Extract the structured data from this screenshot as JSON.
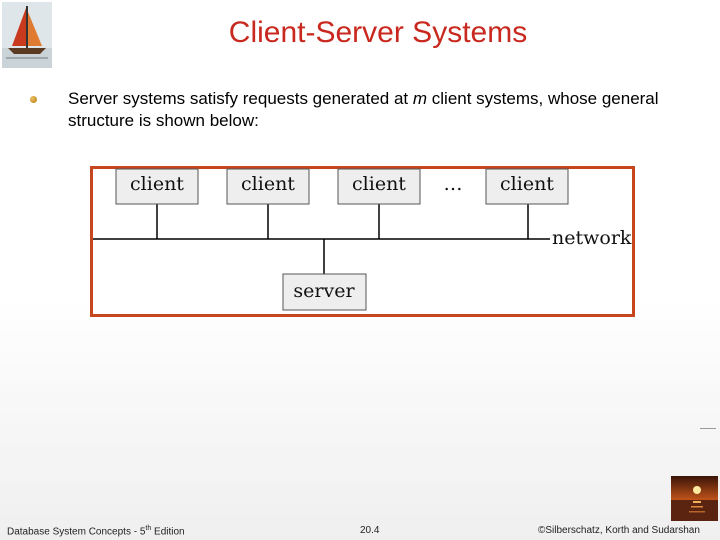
{
  "slide": {
    "title": "Client-Server Systems",
    "bullet_prefix": "Server systems satisfy requests generated at ",
    "bullet_italic": "m",
    "bullet_suffix": " client systems, whose general structure is shown below:"
  },
  "diagram": {
    "clients": [
      "client",
      "client",
      "client",
      "client"
    ],
    "ellipsis": "…",
    "network_label": "network",
    "server_label": "server",
    "frame_color": "#c8461e"
  },
  "footer": {
    "left": "Database System Concepts - 5",
    "left_sup": "th",
    "left_tail": " Edition",
    "center": "20.4",
    "right": "©Silberschatz, Korth and Sudarshan"
  },
  "colors": {
    "title": "#c8281e"
  },
  "icons": {
    "top_left": "sailboat-logo-icon",
    "bottom_right": "sunset-logo-icon",
    "bullet": "bullet-dot-icon"
  }
}
